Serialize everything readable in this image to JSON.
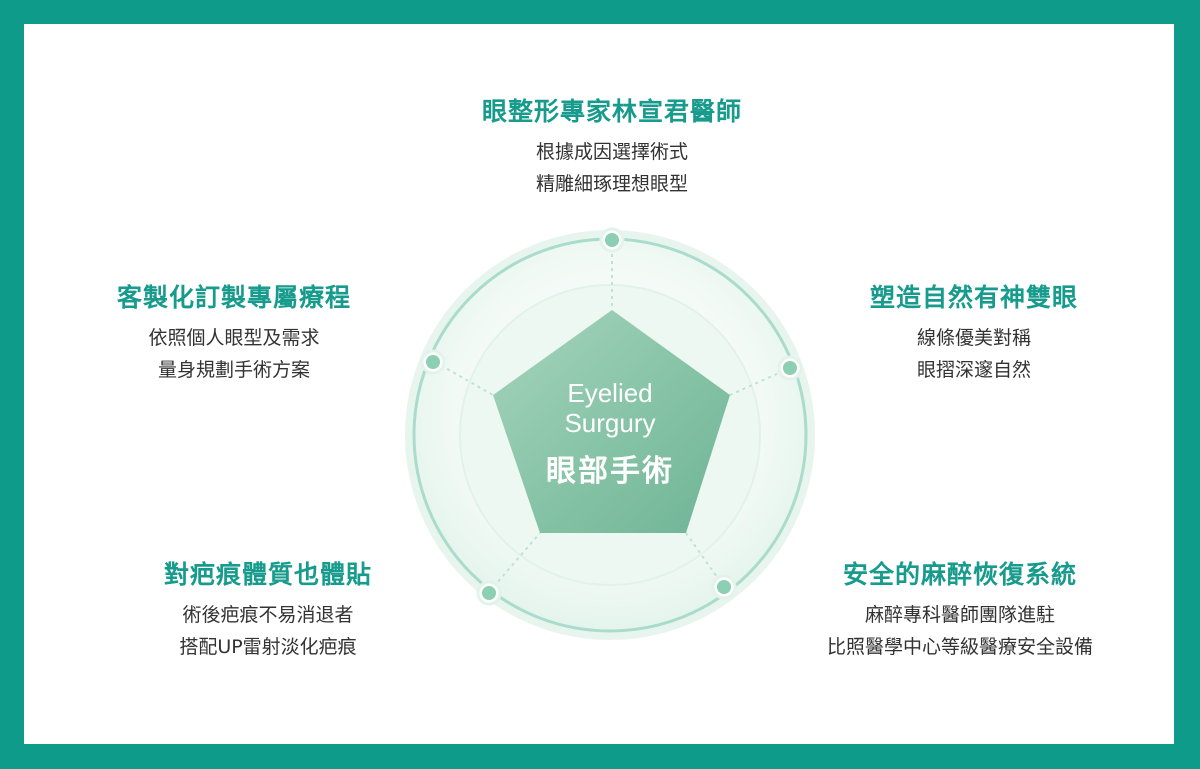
{
  "center": {
    "en_line1": "Eyelied",
    "en_line2": "Surgury",
    "zh": "眼部手術"
  },
  "features": [
    {
      "id": "top",
      "title": "眼整形專家林宣君醫師",
      "lines": [
        "根據成因選擇術式",
        "精雕細琢理想眼型"
      ]
    },
    {
      "id": "left",
      "title": "客製化訂製專屬療程",
      "lines": [
        "依照個人眼型及需求",
        "量身規劃手術方案"
      ]
    },
    {
      "id": "right",
      "title": "塑造自然有神雙眼",
      "lines": [
        "線條優美對稱",
        "眼摺深邃自然"
      ]
    },
    {
      "id": "bottom-left",
      "title": "對疤痕體質也體貼",
      "lines": [
        "術後疤痕不易消退者",
        "搭配UP雷射淡化疤痕"
      ]
    },
    {
      "id": "bottom-right",
      "title": "安全的麻醉恢復系統",
      "lines": [
        "麻醉專科醫師團隊進駐",
        "比照醫學中心等級醫療安全設備"
      ]
    }
  ],
  "colors": {
    "frame": "#0e9b8a",
    "accent": "#179b8c",
    "circle": "#a9dccd",
    "pentagon": "#7fbfa0",
    "dot": "#8ccfb2"
  }
}
